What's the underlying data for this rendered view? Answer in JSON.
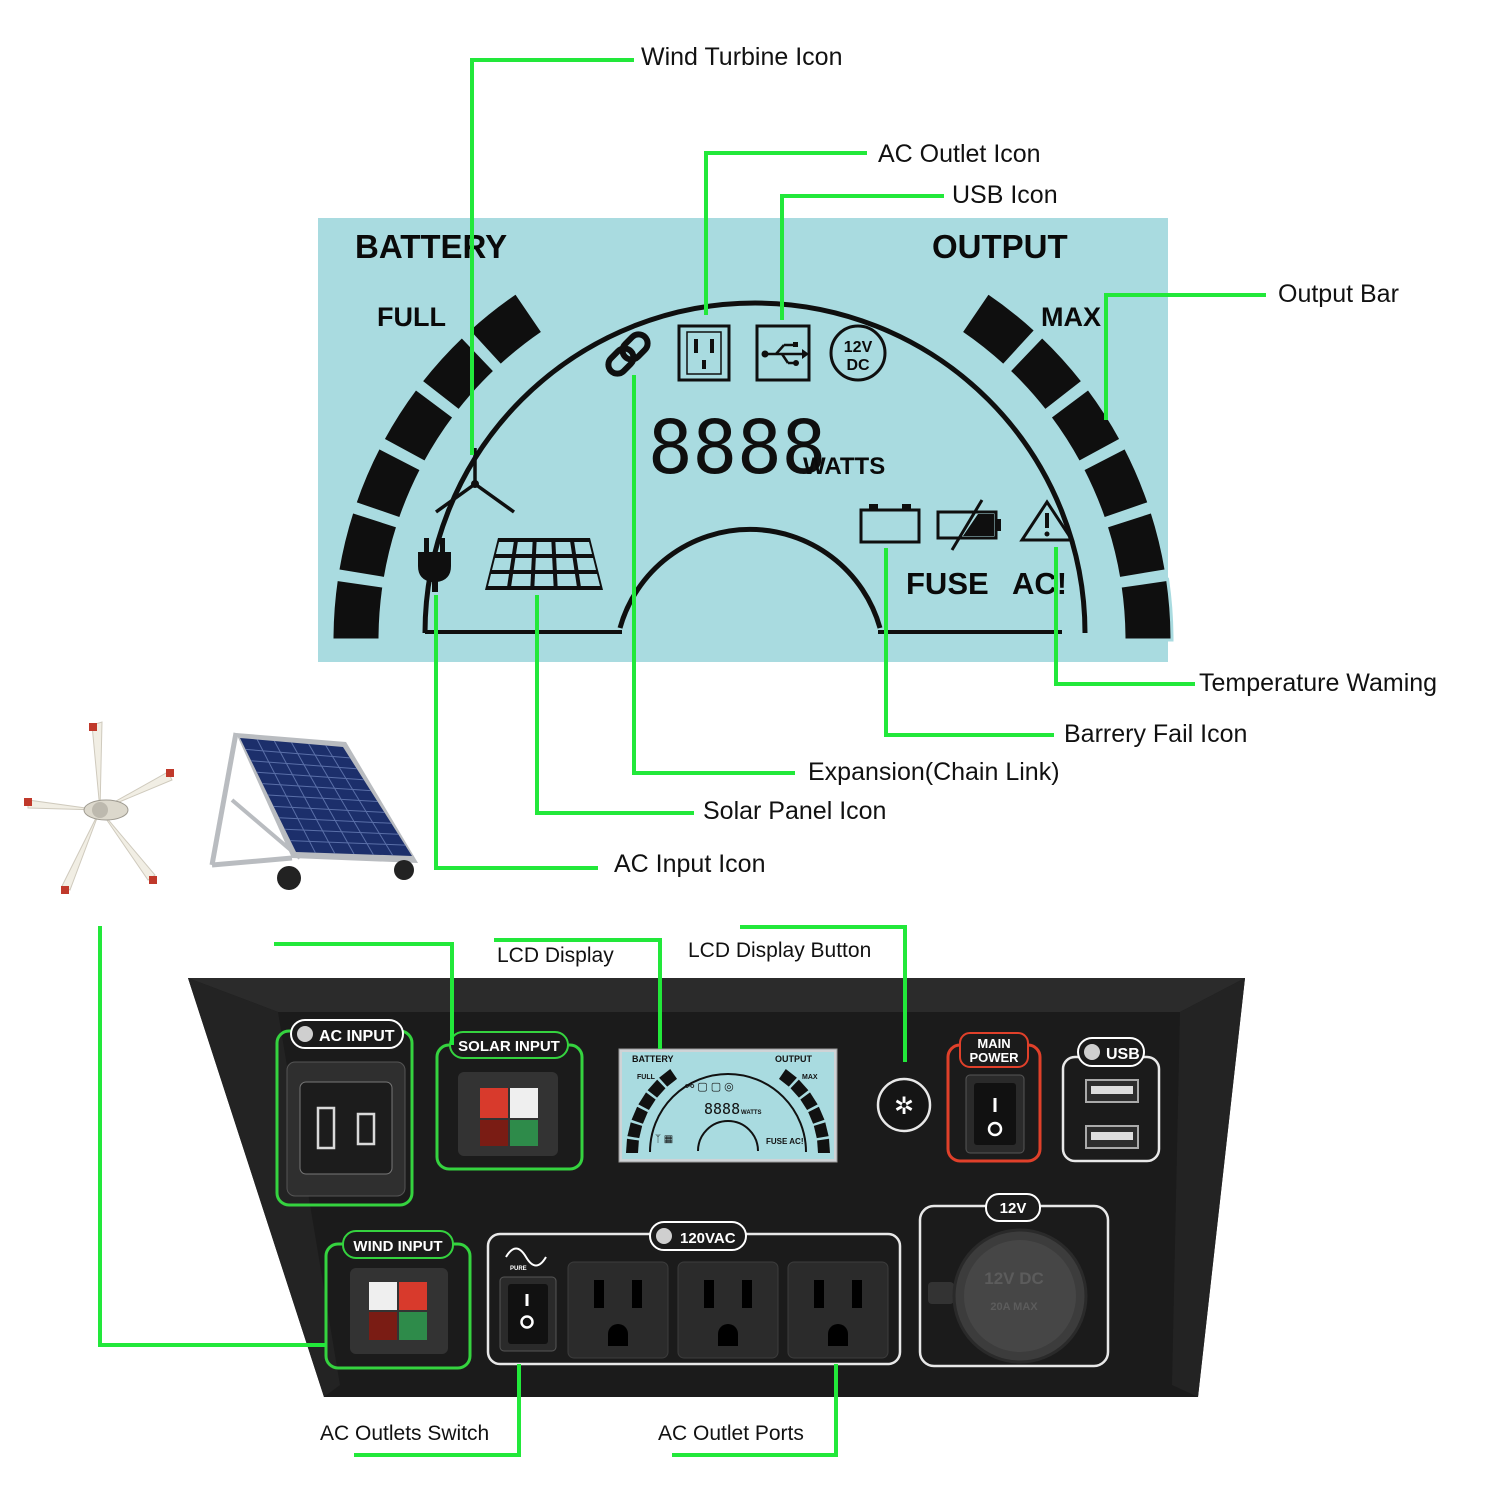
{
  "colors": {
    "callout": "#22e83a",
    "lcd_bg": "#a9dbe0",
    "lcd_segment": "#0f0f0f",
    "panel": "#1b1b1b",
    "highlight_green": "#35d33f",
    "highlight_red": "#e0402a"
  },
  "lcd": {
    "battery_label": "BATTERY",
    "output_label": "OUTPUT",
    "full_label": "FULL",
    "max_label": "MAX",
    "digits": "8888",
    "watts_label": "WATTS",
    "dc_top": "12V",
    "dc_bottom": "DC",
    "fuse_label": "FUSE",
    "ac_warn_label": "AC!"
  },
  "callouts": {
    "wind_turbine_icon": "Wind Turbine Icon",
    "ac_outlet_icon": "AC Outlet Icon",
    "usb_icon": "USB Icon",
    "output_bar": "Output Bar",
    "temperature_warning": "Temperature Waming",
    "battery_fail_icon": "Barrery Fail Icon",
    "expansion_chain_link": "Expansion(Chain Link)",
    "solar_panel_icon": "Solar Panel Icon",
    "ac_input_icon": "AC Input Icon",
    "lcd_display": "LCD Display",
    "lcd_display_button": "LCD Display Button",
    "ac_outlets_switch": "AC Outlets Switch",
    "ac_outlet_ports": "AC Outlet Ports"
  },
  "panel": {
    "ac_input": "AC INPUT",
    "solar_input": "SOLAR INPUT",
    "main_power_top": "MAIN",
    "main_power_bottom": "POWER",
    "usb": "USB",
    "wind_input": "WIND INPUT",
    "vac": "120VAC",
    "v12": "12V",
    "pure": "PURE",
    "mini_battery": "BATTERY",
    "mini_output": "OUTPUT",
    "mini_full": "FULL",
    "mini_max": "MAX",
    "mini_digits": "8888",
    "mini_watts": "WATTS",
    "mini_fuse": "FUSE  AC!",
    "cap_line1": "12V DC",
    "cap_line2": "20A MAX"
  }
}
